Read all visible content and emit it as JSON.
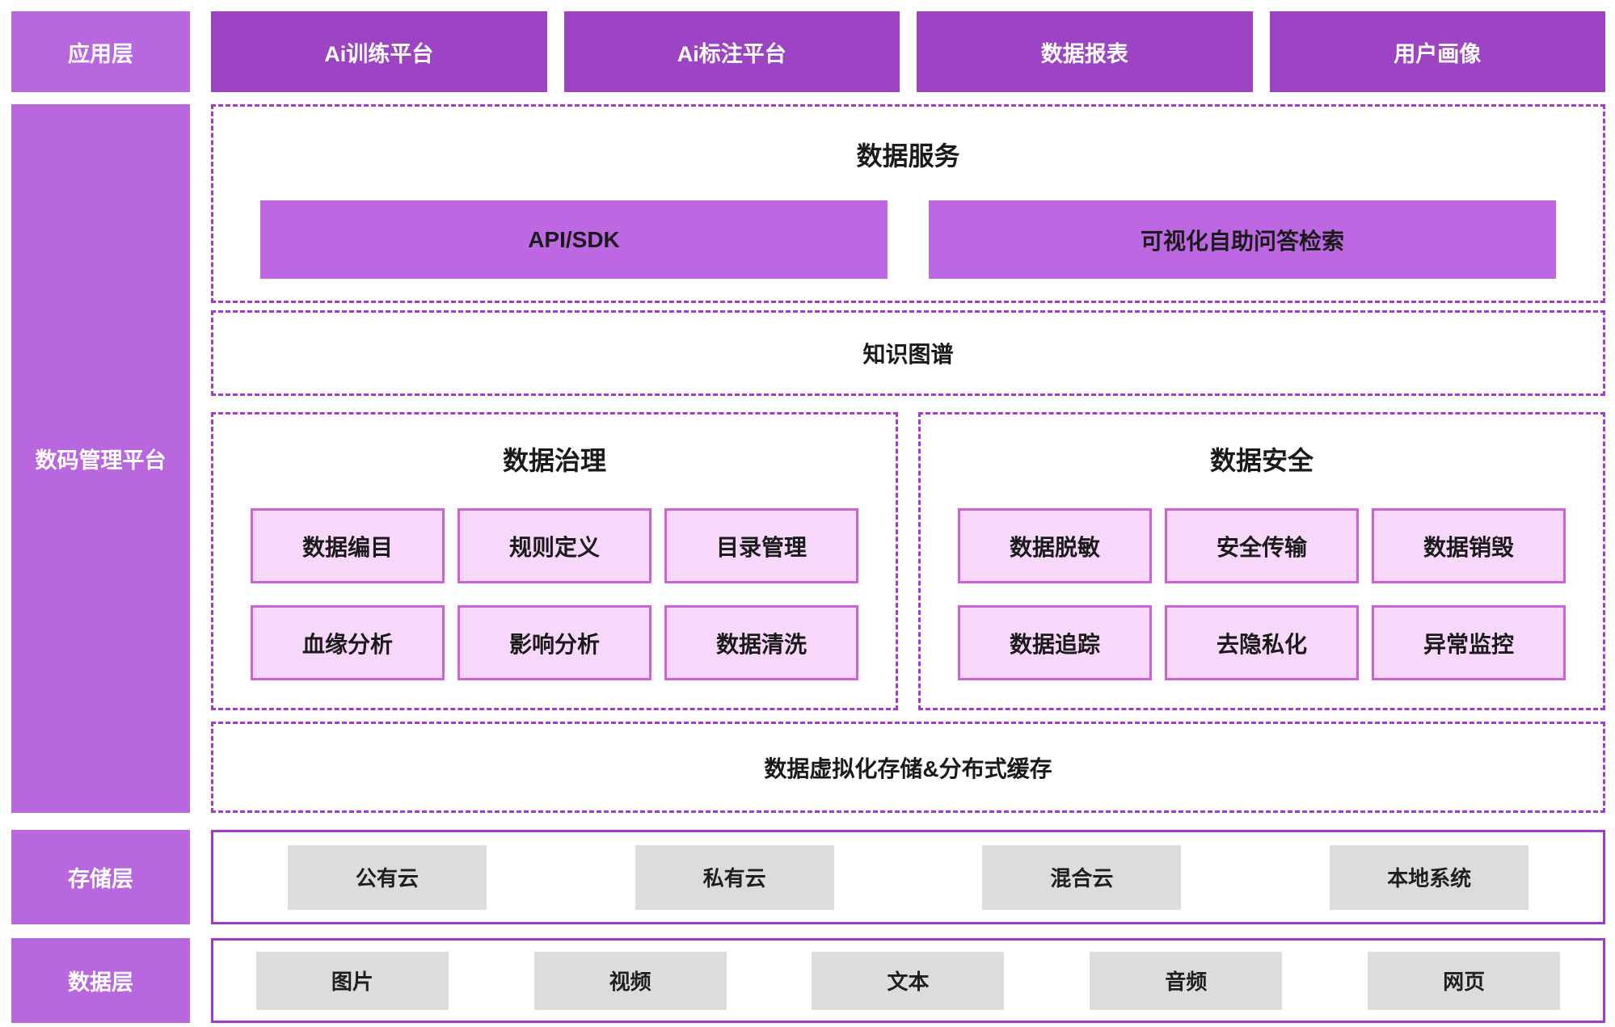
{
  "layers": {
    "app": {
      "label": "应用层",
      "items": [
        "Ai训练平台",
        "Ai标注平台",
        "数据报表",
        "用户画像"
      ]
    },
    "platform": {
      "label": "数码管理平台",
      "data_service": {
        "title": "数据服务",
        "items": [
          "API/SDK",
          "可视化自助问答检索"
        ]
      },
      "knowledge_graph": {
        "title": "知识图谱"
      },
      "governance": {
        "title": "数据治理",
        "items": [
          "数据编目",
          "规则定义",
          "目录管理",
          "血缘分析",
          "影响分析",
          "数据清洗"
        ]
      },
      "security": {
        "title": "数据安全",
        "items": [
          "数据脱敏",
          "安全传输",
          "数据销毁",
          "数据追踪",
          "去隐私化",
          "异常监控"
        ]
      },
      "virtualization": {
        "title": "数据虚拟化存储&分布式缓存"
      }
    },
    "storage": {
      "label": "存储层",
      "items": [
        "公有云",
        "私有云",
        "混合云",
        "本地系统"
      ]
    },
    "data": {
      "label": "数据层",
      "items": [
        "图片",
        "视频",
        "文本",
        "音频",
        "网页"
      ]
    }
  },
  "colors": {
    "layer_label_purple": "#b967de",
    "app_box_purple": "#9c44c4",
    "service_box_purple": "#bd67e2",
    "pink_fill": "#f8d8fa",
    "pink_border": "#cb63d2",
    "dashed_border": "#a03ad0",
    "solid_border": "#a038c8",
    "gray_box": "#dcdcdc"
  }
}
